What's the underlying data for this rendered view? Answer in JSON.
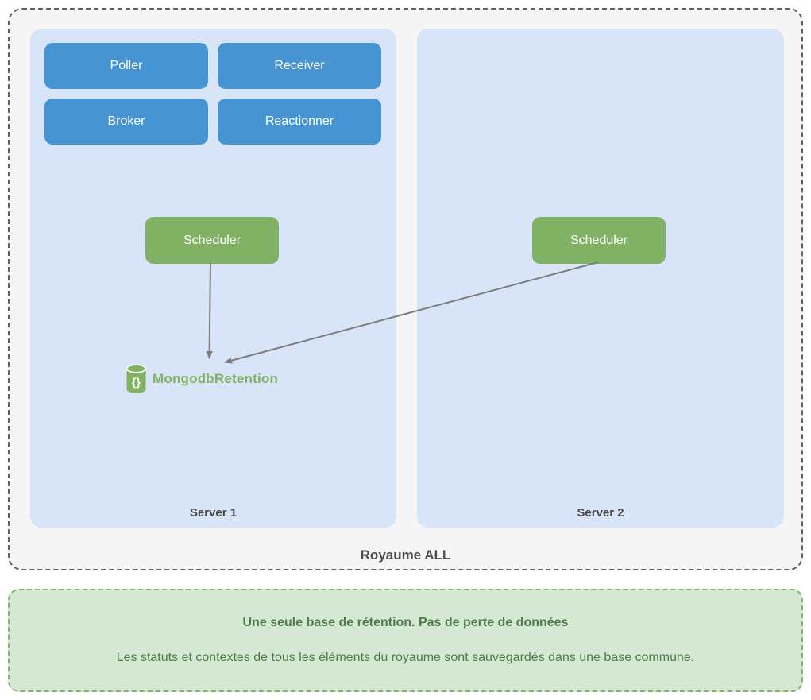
{
  "royaume": {
    "label": "Royaume ALL",
    "servers": [
      {
        "label": "Server 1",
        "daemons": [
          {
            "label": "Poller"
          },
          {
            "label": "Receiver"
          },
          {
            "label": "Broker"
          },
          {
            "label": "Reactionner"
          }
        ],
        "scheduler_label": "Scheduler"
      },
      {
        "label": "Server 2",
        "daemons": [],
        "scheduler_label": "Scheduler"
      }
    ],
    "database": {
      "icon": "database-icon",
      "icon_glyph": "{}",
      "label": "MongodbRetention"
    },
    "connections": [
      {
        "from": "server1-scheduler",
        "to": "mongodb-retention"
      },
      {
        "from": "server2-scheduler",
        "to": "mongodb-retention"
      }
    ]
  },
  "note": {
    "title": "Une seule base de rétention. Pas de perte de données",
    "body": "Les statuts et contextes de tous les éléments du royaume sont sauvegardés dans une base commune."
  },
  "colors": {
    "daemon_blue": "#4695d2",
    "scheduler_green": "#81b263",
    "server_panel_blue": "#d8e5f8",
    "royaume_background": "#f5f5f6",
    "royaume_border": "#5f5f5f",
    "note_background": "#d5e8d4",
    "note_border": "#82b366",
    "note_text": "#4e7b49",
    "arrow_gray": "#7d7d7d",
    "label_gray": "#4d4d4d"
  }
}
